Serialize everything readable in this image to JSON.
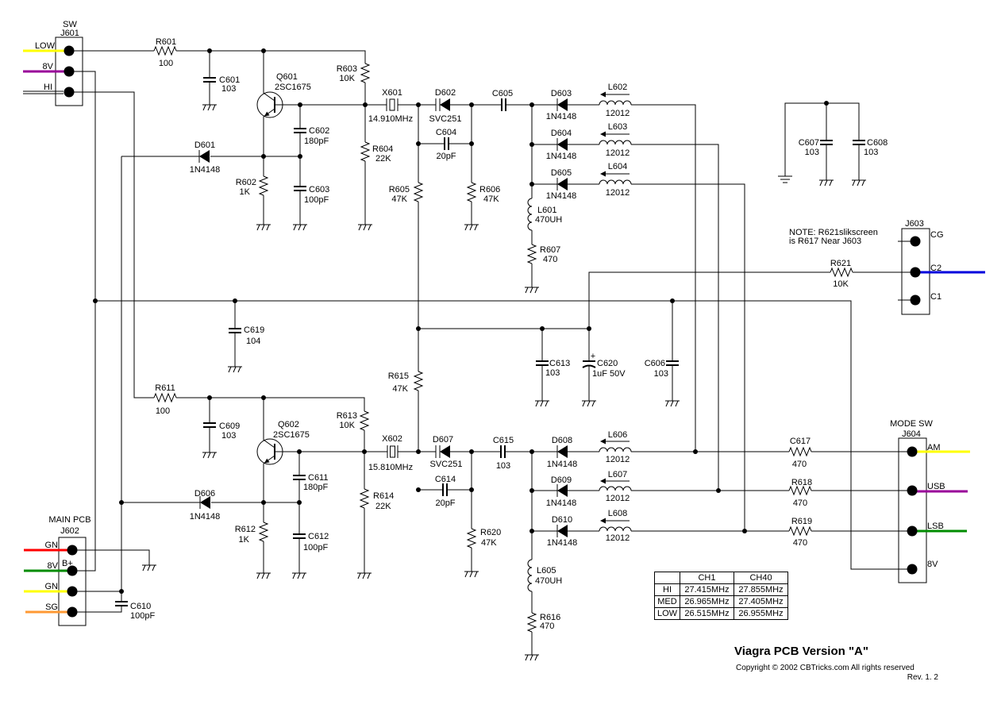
{
  "title": "Viagra PCB  Version \"A\"",
  "copyright": "Copyright © 2002 CBTricks.com   All rights reserved",
  "revision": "Rev. 1. 2",
  "note": {
    "line1": "NOTE: R621slikscreen",
    "line2": "is R617 Near J603"
  },
  "wire_colors": {
    "yellow": "#ffff00",
    "purple": "#990099",
    "red": "#ff0000",
    "green": "#008c00",
    "orange": "#ff9933",
    "blue": "#0000dd"
  },
  "connectors": {
    "J601": {
      "title": "SW",
      "ref": "J601",
      "pins": [
        "LOW",
        "8V",
        "HI"
      ]
    },
    "J602": {
      "title": "MAIN PCB",
      "ref": "J602",
      "pins": [
        "GN",
        "8V",
        "GN",
        "SG"
      ],
      "pin_marking": "B+"
    },
    "J603": {
      "ref": "J603",
      "pins": [
        "CG",
        "C2",
        "C1"
      ]
    },
    "J604": {
      "title": "MODE SW",
      "ref": "J604",
      "pins": [
        "AM",
        "USB",
        "LSB",
        "8V"
      ]
    }
  },
  "components": {
    "R601": {
      "ref": "R601",
      "value": "100"
    },
    "C601": {
      "ref": "C601",
      "value": "103"
    },
    "Q601": {
      "ref": "Q601",
      "value": "2SC1675"
    },
    "R602": {
      "ref": "R602",
      "value": "1K"
    },
    "R603": {
      "ref": "R603",
      "value": "10K"
    },
    "R604": {
      "ref": "R604",
      "value": "22K"
    },
    "C602": {
      "ref": "C602",
      "value": "180pF"
    },
    "C603": {
      "ref": "C603",
      "value": "100pF"
    },
    "D601": {
      "ref": "D601",
      "value": "1N4148"
    },
    "X601": {
      "ref": "X601",
      "value": "14.910MHz"
    },
    "D602": {
      "ref": "D602",
      "value": "SVC251"
    },
    "C604": {
      "ref": "C604",
      "value": "20pF"
    },
    "R605": {
      "ref": "R605",
      "value": "47K"
    },
    "R606": {
      "ref": "R606",
      "value": "47K"
    },
    "C605": {
      "ref": "C605"
    },
    "D603": {
      "ref": "D603",
      "value": "1N4148"
    },
    "D604": {
      "ref": "D604",
      "value": "1N4148"
    },
    "D605": {
      "ref": "D605",
      "value": "1N4148"
    },
    "L602": {
      "ref": "L602",
      "value": "12012"
    },
    "L603": {
      "ref": "L603",
      "value": "12012"
    },
    "L604": {
      "ref": "L604",
      "value": "12012"
    },
    "L601": {
      "ref": "L601",
      "value": "470UH"
    },
    "R607": {
      "ref": "R607",
      "value": "470"
    },
    "C607": {
      "ref": "C607",
      "value": "103"
    },
    "C608": {
      "ref": "C608",
      "value": "103"
    },
    "R621": {
      "ref": "R621",
      "value": "10K"
    },
    "C619": {
      "ref": "C619",
      "value": "104"
    },
    "C613": {
      "ref": "C613",
      "value": "103"
    },
    "C620": {
      "ref": "C620",
      "value": "1uF 50V",
      "polarity": "+"
    },
    "C606": {
      "ref": "C606",
      "value": "103"
    },
    "R615": {
      "ref": "R615",
      "value": "47K"
    },
    "R611": {
      "ref": "R611",
      "value": "100"
    },
    "C609": {
      "ref": "C609",
      "value": "103"
    },
    "Q602": {
      "ref": "Q602",
      "value": "2SC1675"
    },
    "R612": {
      "ref": "R612",
      "value": "1K"
    },
    "R613": {
      "ref": "R613",
      "value": "10K"
    },
    "R614": {
      "ref": "R614",
      "value": "22K"
    },
    "C611": {
      "ref": "C611",
      "value": "180pF"
    },
    "C612": {
      "ref": "C612",
      "value": "100pF"
    },
    "D606": {
      "ref": "D606",
      "value": "1N4148"
    },
    "X602": {
      "ref": "X602",
      "value": "15.810MHz"
    },
    "D607": {
      "ref": "D607",
      "value": "SVC251"
    },
    "C614": {
      "ref": "C614",
      "value": "20pF"
    },
    "R620": {
      "ref": "R620",
      "value": "47K"
    },
    "C615": {
      "ref": "C615",
      "value": "103"
    },
    "D608": {
      "ref": "D608",
      "value": "1N4148"
    },
    "D609": {
      "ref": "D609",
      "value": "1N4148"
    },
    "D610": {
      "ref": "D610",
      "value": "1N4148"
    },
    "L606": {
      "ref": "L606",
      "value": "12012"
    },
    "L607": {
      "ref": "L607",
      "value": "12012"
    },
    "L608": {
      "ref": "L608",
      "value": "12012"
    },
    "L605": {
      "ref": "L605",
      "value": "470UH"
    },
    "R616": {
      "ref": "R616",
      "value": "470"
    },
    "C617": {
      "ref": "C617",
      "value": "470"
    },
    "R618": {
      "ref": "R618",
      "value": "470"
    },
    "R619": {
      "ref": "R619",
      "value": "470"
    },
    "C610": {
      "ref": "C610",
      "value": "100pF"
    }
  },
  "frequency_table": {
    "headers": [
      "",
      "CH1",
      "CH40"
    ],
    "rows": [
      {
        "mode": "HI",
        "ch1": "27.415MHz",
        "ch40": "27.855MHz"
      },
      {
        "mode": "MED",
        "ch1": "26.965MHz",
        "ch40": "27.405MHz"
      },
      {
        "mode": "LOW",
        "ch1": "26.515MHz",
        "ch40": "26.955MHz"
      }
    ]
  }
}
